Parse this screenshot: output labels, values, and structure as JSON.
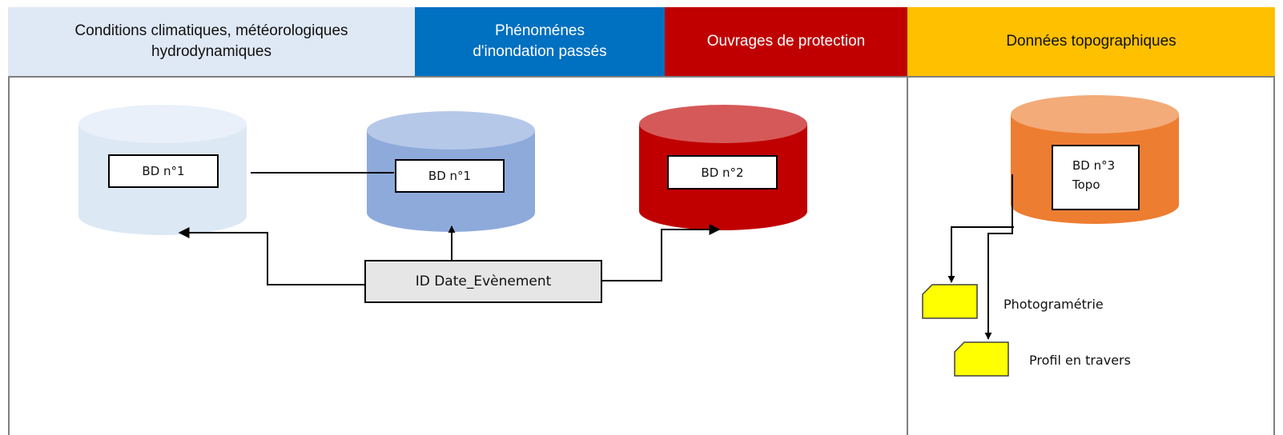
{
  "headers": {
    "climate": {
      "line1": "Conditions climatiques, météorologiques",
      "line2": "hydrodynamiques",
      "bg": "#dfe8f5",
      "fg": "#111111"
    },
    "floods": {
      "line1": "Phénoménes",
      "line2": "d'inondation passés",
      "bg": "#0070c0",
      "fg": "#ffffff"
    },
    "protection": {
      "label": "Ouvrages de protection",
      "bg": "#c00000",
      "fg": "#ffffff"
    },
    "topo": {
      "label": "Données topographiques",
      "bg": "#ffc000",
      "fg": "#111111"
    }
  },
  "databases": {
    "db_climate": {
      "label": "BD n°1",
      "color": "#dde8f5"
    },
    "db_floods": {
      "label": "BD n°1",
      "color": "#8eaadb"
    },
    "db_protection": {
      "label": "BD n°2",
      "color": "#c00000"
    },
    "db_topo": {
      "line1": "BD n°3",
      "line2": "Topo",
      "color": "#ed7d31"
    }
  },
  "key_box": {
    "label": "ID Date_Evènement",
    "color": "#e6e6e6"
  },
  "topo_outputs": [
    {
      "label": "Photogramétrie",
      "color": "#ffff00"
    },
    {
      "label": "Profil en travers",
      "color": "#ffff00"
    }
  ]
}
